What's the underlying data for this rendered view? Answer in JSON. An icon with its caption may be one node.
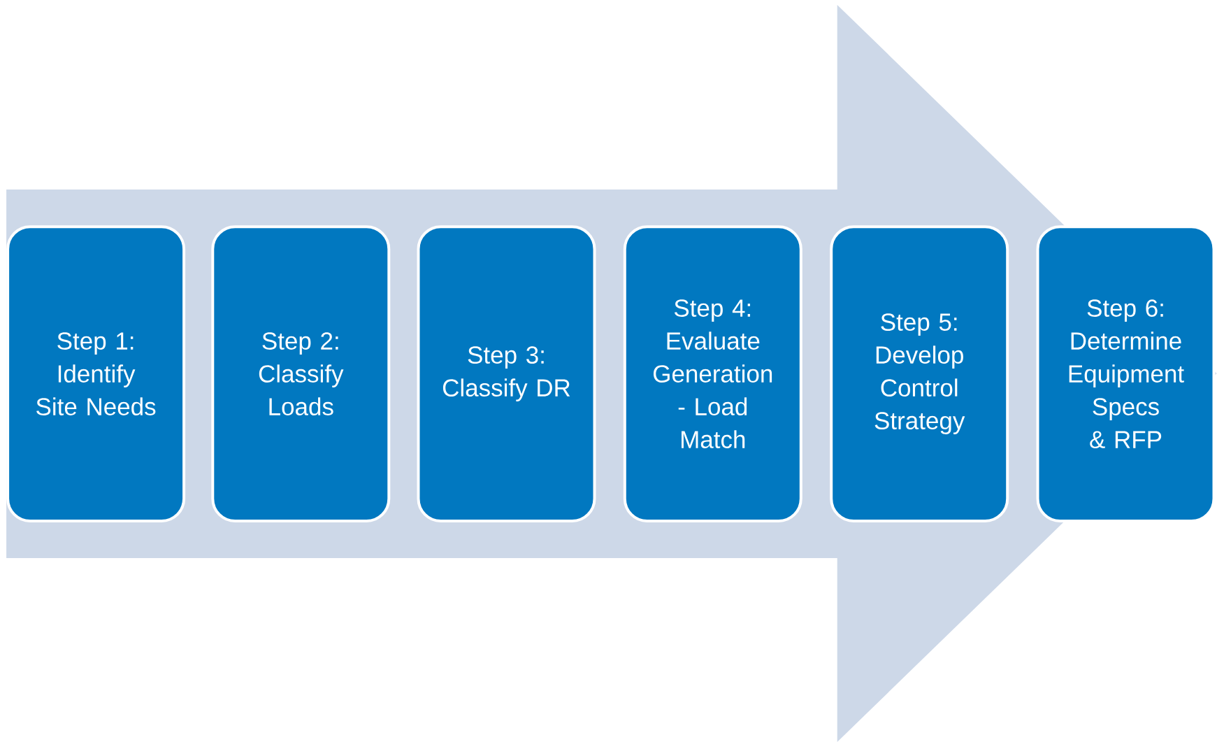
{
  "diagram": {
    "nodes": [
      {
        "text": [
          "Step 1: Identify Site Needs"
        ]
      },
      {
        "text": [
          "Step 2: Classify Loads"
        ]
      },
      {
        "text": [
          "Step 3: Classify DR"
        ]
      },
      {
        "text": [
          "Step 4: Evaluate Generation - Load Match"
        ]
      },
      {
        "text": [
          "Step 5: Develop Control Strategy"
        ]
      },
      {
        "text": [
          "Step 6: Determine Equipment Specs & RFP"
        ]
      }
    ],
    "edges": [
      {
        "from": 0,
        "to": 5,
        "arrow": "to"
      }
    ]
  }
}
